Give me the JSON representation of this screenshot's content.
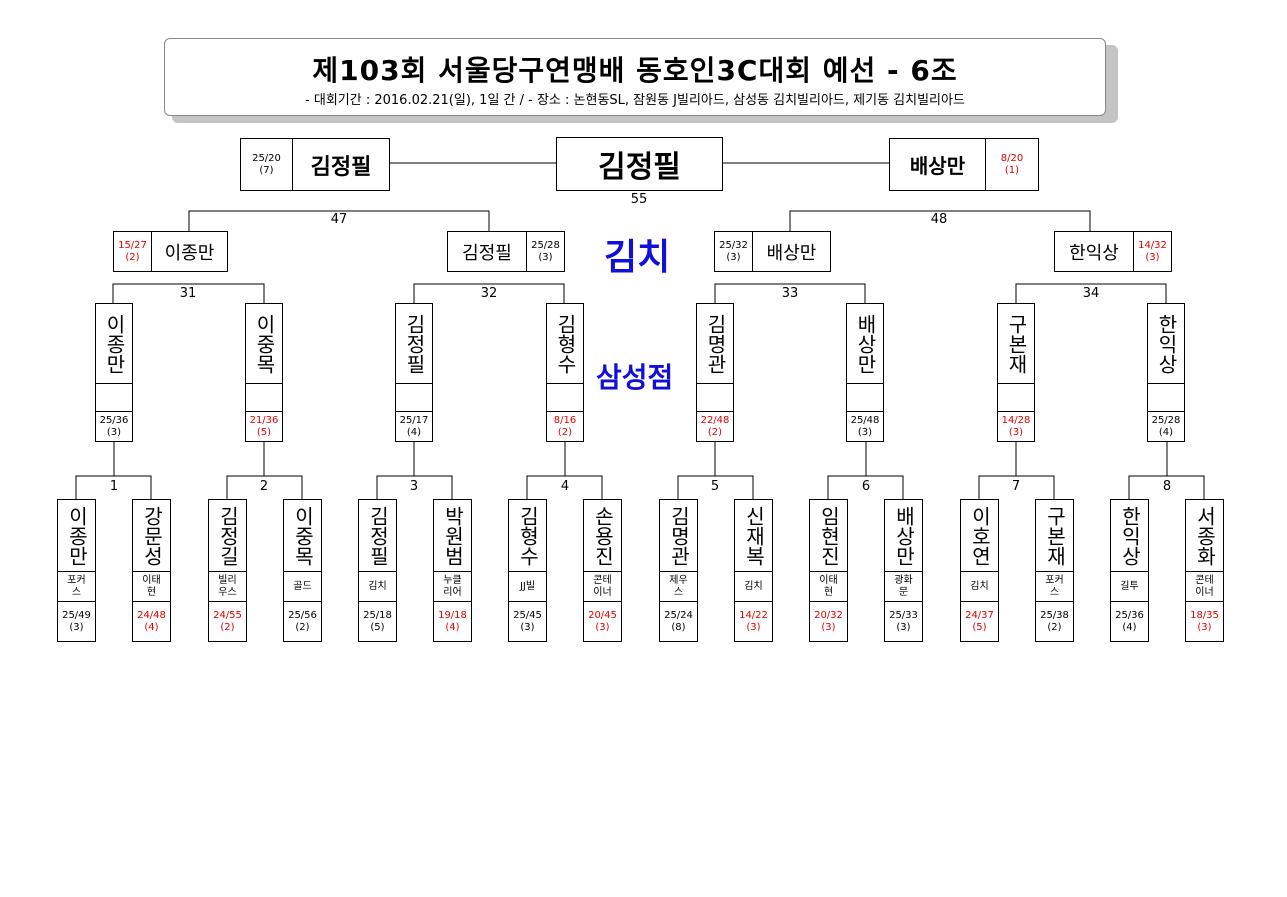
{
  "title": "제103회 서울당구연맹배 동호인3C대회 예선 - 6조",
  "subtitle": "- 대회기간 : 2016.02.21(일), 1일 간 / - 장소 : 논현동SL, 잠원동 J빌리아드, 삼성동 김치빌리아드, 제기동 김치빌리아드",
  "venue_top": "김치",
  "venue_mid": "삼성점",
  "final": {
    "winner": "김정필",
    "match_no": "55",
    "left": {
      "name": "김정필",
      "score": "25/20",
      "inning": "(7)"
    },
    "right": {
      "name": "배상만",
      "score": "8/20",
      "inning": "(1)"
    }
  },
  "semis": [
    {
      "match_no": "47",
      "left": {
        "name": "이종만",
        "score": "15/27",
        "inning": "(2)"
      },
      "right": {
        "name": "김정필",
        "score": "25/28",
        "inning": "(3)"
      }
    },
    {
      "match_no": "48",
      "left": {
        "name": "배상만",
        "score": "25/32",
        "inning": "(3)"
      },
      "right": {
        "name": "한익상",
        "score": "14/32",
        "inning": "(3)"
      }
    }
  ],
  "quarters": [
    {
      "match_no": "31",
      "players": [
        {
          "name": "이종만",
          "score": "25/36",
          "inning": "(3)"
        },
        {
          "name": "이중목",
          "score": "21/36",
          "inning": "(5)"
        }
      ]
    },
    {
      "match_no": "32",
      "players": [
        {
          "name": "김정필",
          "score": "25/17",
          "inning": "(4)"
        },
        {
          "name": "김형수",
          "score": "8/16",
          "inning": "(2)"
        }
      ]
    },
    {
      "match_no": "33",
      "players": [
        {
          "name": "김명관",
          "score": "22/48",
          "inning": "(2)"
        },
        {
          "name": "배상만",
          "score": "25/48",
          "inning": "(3)"
        }
      ]
    },
    {
      "match_no": "34",
      "players": [
        {
          "name": "구본재",
          "score": "14/28",
          "inning": "(3)"
        },
        {
          "name": "한익상",
          "score": "25/28",
          "inning": "(4)"
        }
      ]
    }
  ],
  "first_round": [
    {
      "match_no": "1",
      "players": [
        {
          "name": "이종만",
          "club": "포커스",
          "score": "25/49",
          "inning": "(3)"
        },
        {
          "name": "강문성",
          "club": "이태현",
          "score": "24/48",
          "inning": "(4)"
        }
      ]
    },
    {
      "match_no": "2",
      "players": [
        {
          "name": "김정길",
          "club": "빌리우스",
          "score": "24/55",
          "inning": "(2)"
        },
        {
          "name": "이중목",
          "club": "골드",
          "score": "25/56",
          "inning": "(2)"
        }
      ]
    },
    {
      "match_no": "3",
      "players": [
        {
          "name": "김정필",
          "club": "김치",
          "score": "25/18",
          "inning": "(5)"
        },
        {
          "name": "박원범",
          "club": "누클리어",
          "score": "19/18",
          "inning": "(4)"
        }
      ]
    },
    {
      "match_no": "4",
      "players": [
        {
          "name": "김형수",
          "club": "JJ빌",
          "score": "25/45",
          "inning": "(3)"
        },
        {
          "name": "손용진",
          "club": "콘테이너",
          "score": "20/45",
          "inning": "(3)"
        }
      ]
    },
    {
      "match_no": "5",
      "players": [
        {
          "name": "김명관",
          "club": "제우스",
          "score": "25/24",
          "inning": "(8)"
        },
        {
          "name": "신재복",
          "club": "김치",
          "score": "14/22",
          "inning": "(3)"
        }
      ]
    },
    {
      "match_no": "6",
      "players": [
        {
          "name": "임현진",
          "club": "이태현",
          "score": "20/32",
          "inning": "(3)"
        },
        {
          "name": "배상만",
          "club": "광화문",
          "score": "25/33",
          "inning": "(3)"
        }
      ]
    },
    {
      "match_no": "7",
      "players": [
        {
          "name": "이호연",
          "club": "김치",
          "score": "24/37",
          "inning": "(5)"
        },
        {
          "name": "구본재",
          "club": "포커스",
          "score": "25/38",
          "inning": "(2)"
        }
      ]
    },
    {
      "match_no": "8",
      "players": [
        {
          "name": "한익상",
          "club": "길투",
          "score": "25/36",
          "inning": "(4)"
        },
        {
          "name": "서종화",
          "club": "콘테이너",
          "score": "18/35",
          "inning": "(3)"
        }
      ]
    }
  ],
  "colors": {
    "loss": "#e00000",
    "venue": "#1010d8"
  }
}
